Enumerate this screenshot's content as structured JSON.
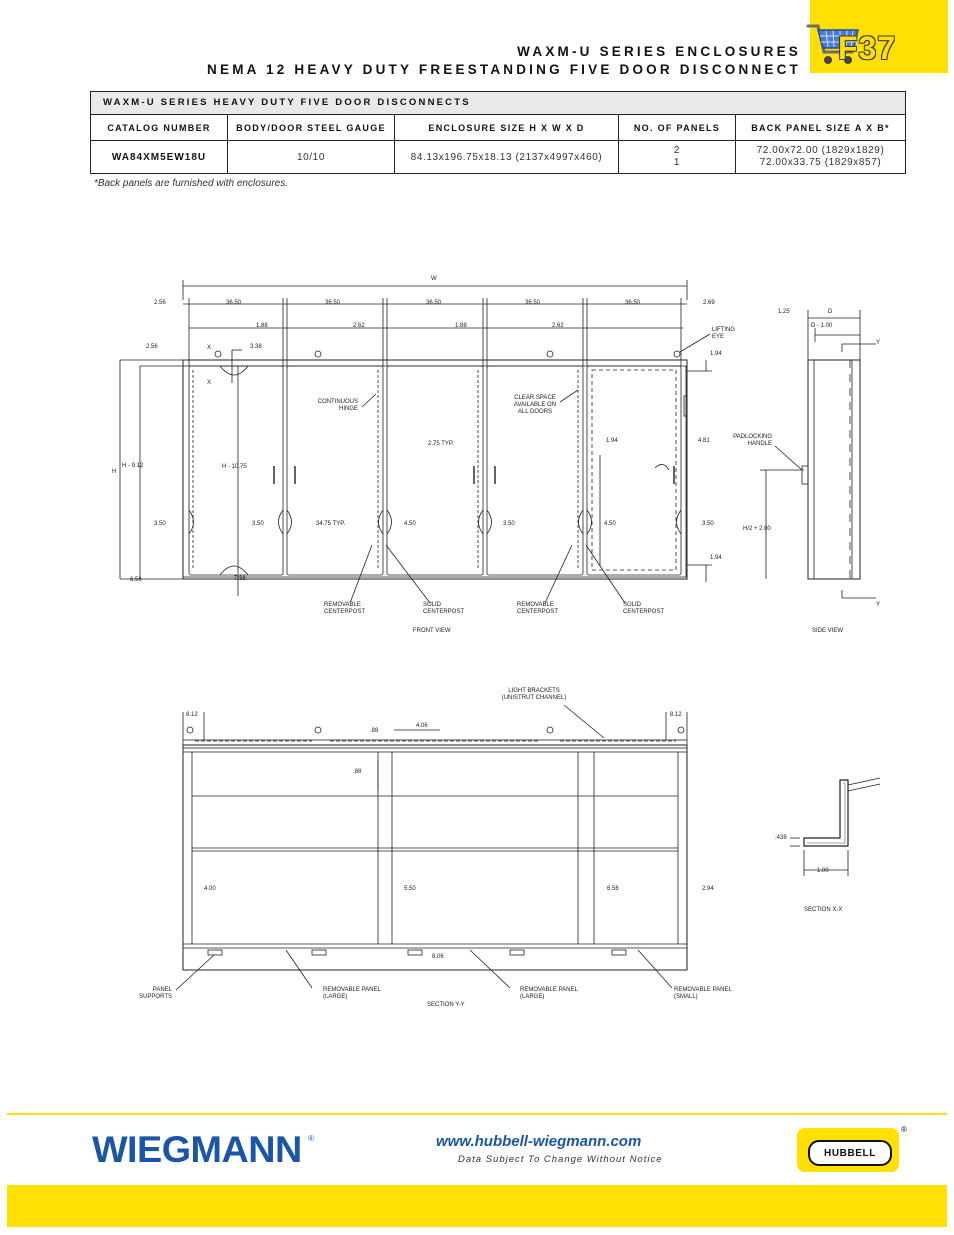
{
  "header": {
    "title_line1": "WAXM-U SERIES ENCLOSURES",
    "title_line2": "NEMA 12 HEAVY DUTY FREESTANDING FIVE DOOR DISCONNECT",
    "page_code": "F37",
    "cart_icon": "shopping-cart-icon"
  },
  "table": {
    "caption": "WAXM-U SERIES HEAVY DUTY FIVE DOOR DISCONNECTS",
    "columns": [
      "CATALOG NUMBER",
      "BODY/DOOR STEEL GAUGE",
      "ENCLOSURE SIZE H X W X D",
      "NO. OF PANELS",
      "BACK PANEL SIZE A X B*"
    ],
    "row": {
      "catalog": "WA84XM5EW18U",
      "gauge": "10/10",
      "size": "84.13x196.75x18.13 (2137x4997x460)",
      "panels": [
        "2",
        "1"
      ],
      "back_panel": [
        "72.00x72.00 (1829x1829)",
        "72.00x33.75 (1829x857)"
      ]
    },
    "footnote": "*Back panels are furnished with enclosures."
  },
  "front_view": {
    "caption": "FRONT VIEW",
    "w": "W",
    "d_256": "2.56",
    "d_3650a": "36.50",
    "d_3650b": "36.50",
    "d_3650c": "36.50",
    "d_3650d": "36.50",
    "d_3650e": "36.50",
    "d_269": "2.69",
    "d_188a": "1.88",
    "d_262a": "2.62",
    "d_188b": "1.88",
    "d_262b": "2.62",
    "lifting_eye": "LIFTING\nEYE",
    "d_256b": "2.56",
    "x_top": "X",
    "x_bot": "X",
    "d_338": "3.38",
    "d_194a": "1.94",
    "continuous_hinge": "CONTINUOUS\nHINGE",
    "clear_space": "CLEAR SPACE\nAVAILABLE ON\nALL DOORS",
    "d_275": "2.75 TYP.",
    "d_194b": "1.94",
    "d_481": "4.81",
    "h": "H",
    "h_912": "H - 9.12",
    "h_1075": "H - 10.75",
    "d_350a": "3.50",
    "d_350b": "3.50",
    "d_3475": "34.75 TYP.",
    "d_450a": "4.50",
    "d_350c": "3.50",
    "d_450b": "4.50",
    "d_350d": "3.50",
    "d_194c": "1.94",
    "d_656": "6.56",
    "d_738": "7.38",
    "removable_centerpost_1": "REMOVABLE\nCENTERPOST",
    "solid_centerpost_1": "SOLID\nCENTERPOST",
    "removable_centerpost_2": "REMOVABLE\nCENTERPOST",
    "solid_centerpost_2": "SOLID\nCENTERPOST"
  },
  "side_view": {
    "caption": "SIDE VIEW",
    "d_125": "1.25",
    "d": "D",
    "d_minus": "D - 1.00",
    "y_top": "Y",
    "y_bot": "Y",
    "padlocking": "PADLOCKING\nHANDLE",
    "h_half": "H/2 + 2.00"
  },
  "section_yy": {
    "caption": "SECTION Y-Y",
    "light_brackets": "LIGHT BRACKETS\n(UNISTRUT CHANNEL)",
    "d_812a": "8.12",
    "d_812b": "8.12",
    "d_88a": ".88",
    "d_406": "4.06",
    "d_88b": ".88",
    "d_400": "4.00",
    "d_550": "5.50",
    "d_656": "6.56",
    "d_294": "2.94",
    "d_806": "8.06",
    "panel_supports": "PANEL\nSUPPORTS",
    "removable_large_1": "REMOVABLE PANEL\n(LARGE)",
    "removable_large_2": "REMOVABLE PANEL\n(LARGE)",
    "removable_small": "REMOVABLE PANEL\n(SMALL)"
  },
  "section_xx": {
    "caption": "SECTION X-X",
    "d_438": ".438",
    "d_100": "1.00"
  },
  "footer": {
    "brand": "WIEGMANN",
    "brand_reg": "®",
    "url": "www.hubbell-wiegmann.com",
    "notice": "Data Subject To Change Without Notice",
    "hubbell": "HUBBELL",
    "hubbell_reg": "®"
  },
  "colors": {
    "accent_yellow": "#ffe000",
    "brand_blue": "#1a56a6"
  }
}
